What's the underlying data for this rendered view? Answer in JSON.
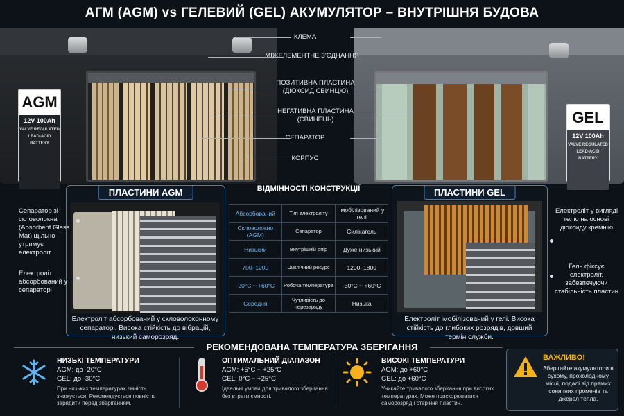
{
  "title": "АГМ (AGM) vs ГЕЛЕВИЙ (GEL) АКУМУЛЯТОР – ВНУТРІШНЯ БУДОВА",
  "agm_battery": {
    "badge": "AGM",
    "rating": "12V 100Ah",
    "line1": "VALVE REGULATED",
    "line2": "LEAD-ACID BATTERY"
  },
  "gel_battery": {
    "badge": "GEL",
    "rating": "12V 100Ah",
    "line1": "VALVE REGULATED",
    "line2": "LEAD-ACID BATTERY"
  },
  "callouts": [
    "КЛЕМА",
    "МІЖЕЛЕМЕНТНЕ З'ЄДНАННЯ",
    "ПОЗИТИВНА ПЛАСТИНА (ДІОКСИД СВИНЦЮ)",
    "НЕГАТИВНА ПЛАСТИНА (СВИНЕЦЬ)",
    "СЕПАРАТОР",
    "КОРПУС"
  ],
  "agm_panel": {
    "title": "ПЛАСТИНИ AGM",
    "note1": "Сепаратор зі скловолокна (Absorbent Glass Mat) щільно утримує електроліт",
    "note2": "Електроліт абсорбований у сепараторі",
    "footer": "Електроліт абсорбований у скловолоконному сепараторі. Висока стійкість до вібрацій, низький саморозряд."
  },
  "gel_panel": {
    "title": "ПЛАСТИНИ GEL",
    "note1": "Електроліт у вигляді гелю на основі діоксиду кремнію",
    "note2": "Гель фіксує електроліт, забезпечуючи стабільність пластин",
    "footer": "Електроліт імобілізований у гелі. Висока стійкість до глибоких розрядів, довший термін служби."
  },
  "differences": {
    "title": "ВІДМІННОСТІ КОНСТРУКЦІЇ",
    "rows": [
      [
        "Абсорбований",
        "Тип електроліту",
        "Імобілізований у гелі"
      ],
      [
        "Скловолокно (AGM)",
        "Сепаратор",
        "Силікагель"
      ],
      [
        "Низький",
        "Внутрішній опір",
        "Дуже низький"
      ],
      [
        "700–1200",
        "Циклічний ресурс",
        "1200–1800"
      ],
      [
        "-20°C ~ +60°C",
        "Робоча температура",
        "-30°C ~ +60°C"
      ],
      [
        "Середня",
        "Чутливість до перезаряду",
        "Низька"
      ]
    ]
  },
  "storage": {
    "title": "РЕКОМЕНДОВАНА ТЕМПЕРАТУРА ЗБЕРІГАННЯ",
    "low": {
      "icon": "snowflake-icon",
      "head": "НИЗЬКІ ТЕМПЕРАТУРИ",
      "agm": "AGM:  до -20°C",
      "gel": "GEL:  до -30°C",
      "note": "При низьких температурах ємність знижується. Рекомендується повністю зарядити перед зберіганням."
    },
    "opt": {
      "icon": "thermometer-icon",
      "head": "ОПТИМАЛЬНИЙ ДІАПАЗОН",
      "agm": "AGM:  +5°C ~ +25°C",
      "gel": "GEL:   0°C ~ +25°C",
      "note": "Ідеальні умови для тривалого зберігання без втрати ємності."
    },
    "high": {
      "icon": "sun-icon",
      "head": "ВИСОКІ ТЕМПЕРАТУРИ",
      "agm": "AGM:  до +60°C",
      "gel": "GEL:  до +60°C",
      "note": "Уникайте тривалого зберігання при високих температурах. Може прискорюватися саморозряд і старіння пластин."
    }
  },
  "warning": {
    "head": "ВАЖЛИВО!",
    "text": "Зберігайте акумулятори в сухому, прохолодному місці, подалі від прямих сонячних променів та джерел тепла.",
    "color": "#f3b21a"
  },
  "colors": {
    "accent": "#4a7fb0",
    "agm_cell": "#6fb5f0"
  }
}
